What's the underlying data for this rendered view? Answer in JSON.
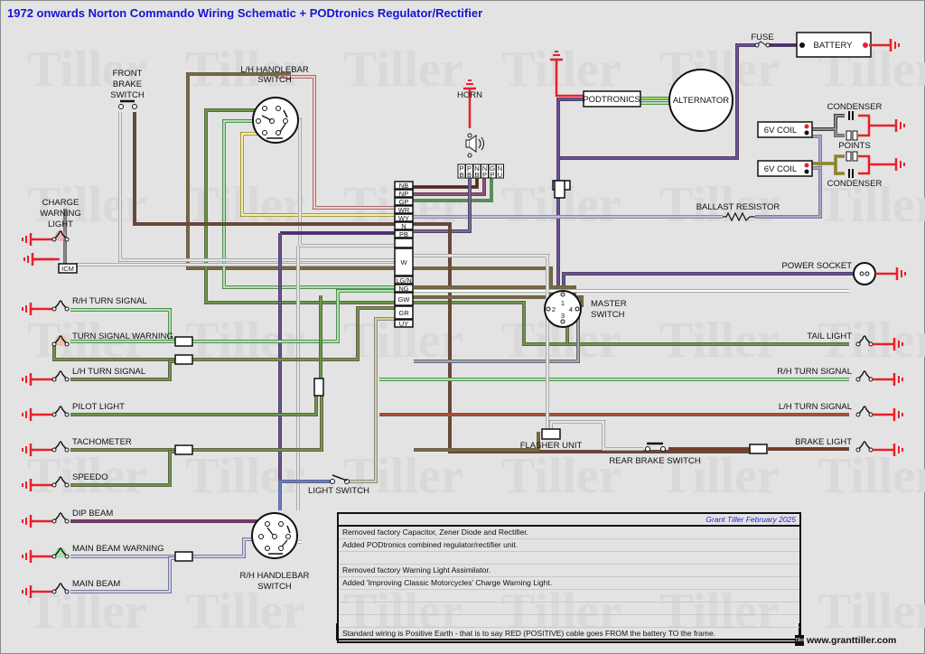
{
  "title": "1972 onwards Norton Commando Wiring Schematic + PODtronics Regulator/Rectifier",
  "watermark": "Tiller",
  "colors": {
    "title": "#1515d6",
    "earth_red": "#e8202a",
    "purple": "#4a2a7a",
    "brown": "#7a3a1e",
    "green": "#58c858",
    "white_wire": "#ffffff",
    "blue": "#6a7acc",
    "olive": "#7a6a3a",
    "yellow": "#f0e040",
    "pink": "#f09090",
    "lilac": "#b0a0d0"
  },
  "components": {
    "front_brake_switch": [
      "FRONT",
      "BRAKE",
      "SWITCH"
    ],
    "lh_handlebar_switch": [
      "L/H HANDLEBAR",
      "SWITCH"
    ],
    "rh_handlebar_switch": [
      "R/H HANDLEBAR",
      "SWITCH"
    ],
    "horn": "HORN",
    "podtronics": "PODTRONICS",
    "alternator": "ALTERNATOR",
    "fuse": "FUSE",
    "battery": "BATTERY",
    "condenser_top": "CONDENSER",
    "condenser_bottom": "CONDENSER",
    "points": "POINTS",
    "coil_1": "6V COIL",
    "coil_2": "6V COIL",
    "ballast_resistor": "BALLAST RESISTOR",
    "charge_warning_light": [
      "CHARGE",
      "WARNING",
      "LIGHT"
    ],
    "icm": "ICM",
    "power_socket": "POWER SOCKET",
    "master_switch": [
      "MASTER",
      "SWITCH"
    ],
    "master_pins": [
      "1",
      "2",
      "3",
      "4"
    ],
    "flasher_unit": "FLASHER UNIT",
    "rear_brake_switch": "REAR BRAKE SWITCH",
    "light_switch": "LIGHT SWITCH"
  },
  "left_lamps": [
    "R/H TURN SIGNAL",
    "TURN SIGNAL WARNING",
    "L/H TURN SIGNAL",
    "PILOT LIGHT",
    "TACHOMETER",
    "SPEEDO",
    "DIP BEAM",
    "MAIN BEAM WARNING",
    "MAIN BEAM"
  ],
  "right_lamps": [
    "TAIL LIGHT",
    "R/H TURN SIGNAL",
    "L/H TURN SIGNAL",
    "BRAKE LIGHT"
  ],
  "harness_connector": [
    "NB",
    "NP",
    "GP",
    "WR",
    "WY",
    "N",
    "PB",
    "",
    "W",
    "LG/N",
    "NG",
    "GW",
    "GR",
    "UY"
  ],
  "horn_connector": [
    [
      "P",
      "B"
    ],
    [
      "P",
      "B"
    ],
    [
      "N",
      "B"
    ],
    [
      "N",
      "P"
    ],
    [
      "G",
      "P"
    ],
    [
      "N",
      "U"
    ]
  ],
  "notes": {
    "author": "Grant Tiller February 2025",
    "lines": [
      "Removed factory Capacitor, Zener Diode and Rectifier.",
      "Added PODtronics combined regulator/rectifier unit.",
      "",
      "Removed factory Warning Light Assimilator.",
      "Added 'Improving Classic Motorcycles' Charge Warning Light.",
      "",
      "",
      "",
      "Standard wiring is Positive Earth - that is to say RED (POSITIVE) cable goes FROM the battery TO the frame."
    ]
  },
  "footer": {
    "logo": "Tiller",
    "website": "www.granttiller.com"
  }
}
